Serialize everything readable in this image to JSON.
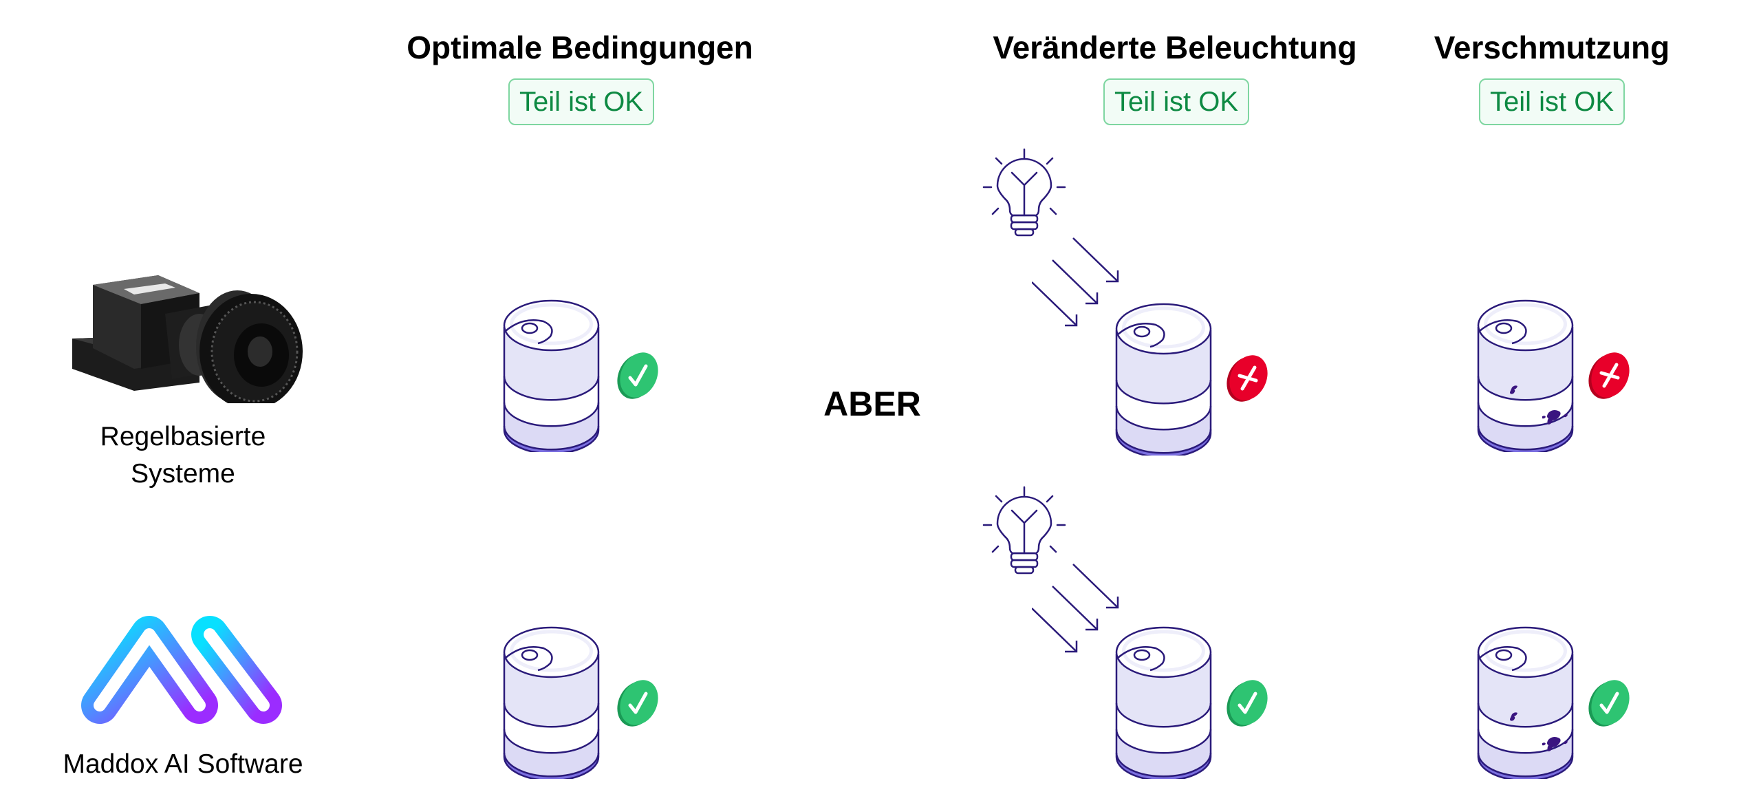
{
  "columns": [
    {
      "title": "Optimale Bedingungen",
      "badge": "Teil ist OK"
    },
    {
      "title": "Veränderte Beleuchtung",
      "badge": "Teil ist OK"
    },
    {
      "title": "Verschmutzung",
      "badge": "Teil ist OK"
    }
  ],
  "middle_label": "ABER",
  "rows": [
    {
      "label_line1": "Regelbasierte",
      "label_line2": "Systeme",
      "icon": "industrial-camera",
      "results": [
        "pass",
        "fail",
        "fail"
      ]
    },
    {
      "label": "Maddox AI Software",
      "icon": "maddox-logo",
      "results": [
        "pass",
        "pass",
        "pass"
      ]
    }
  ],
  "colors": {
    "ok_text": "#0e8a43",
    "pass": "#2ec472",
    "fail": "#e8002a",
    "outline": "#2a1a7a"
  }
}
